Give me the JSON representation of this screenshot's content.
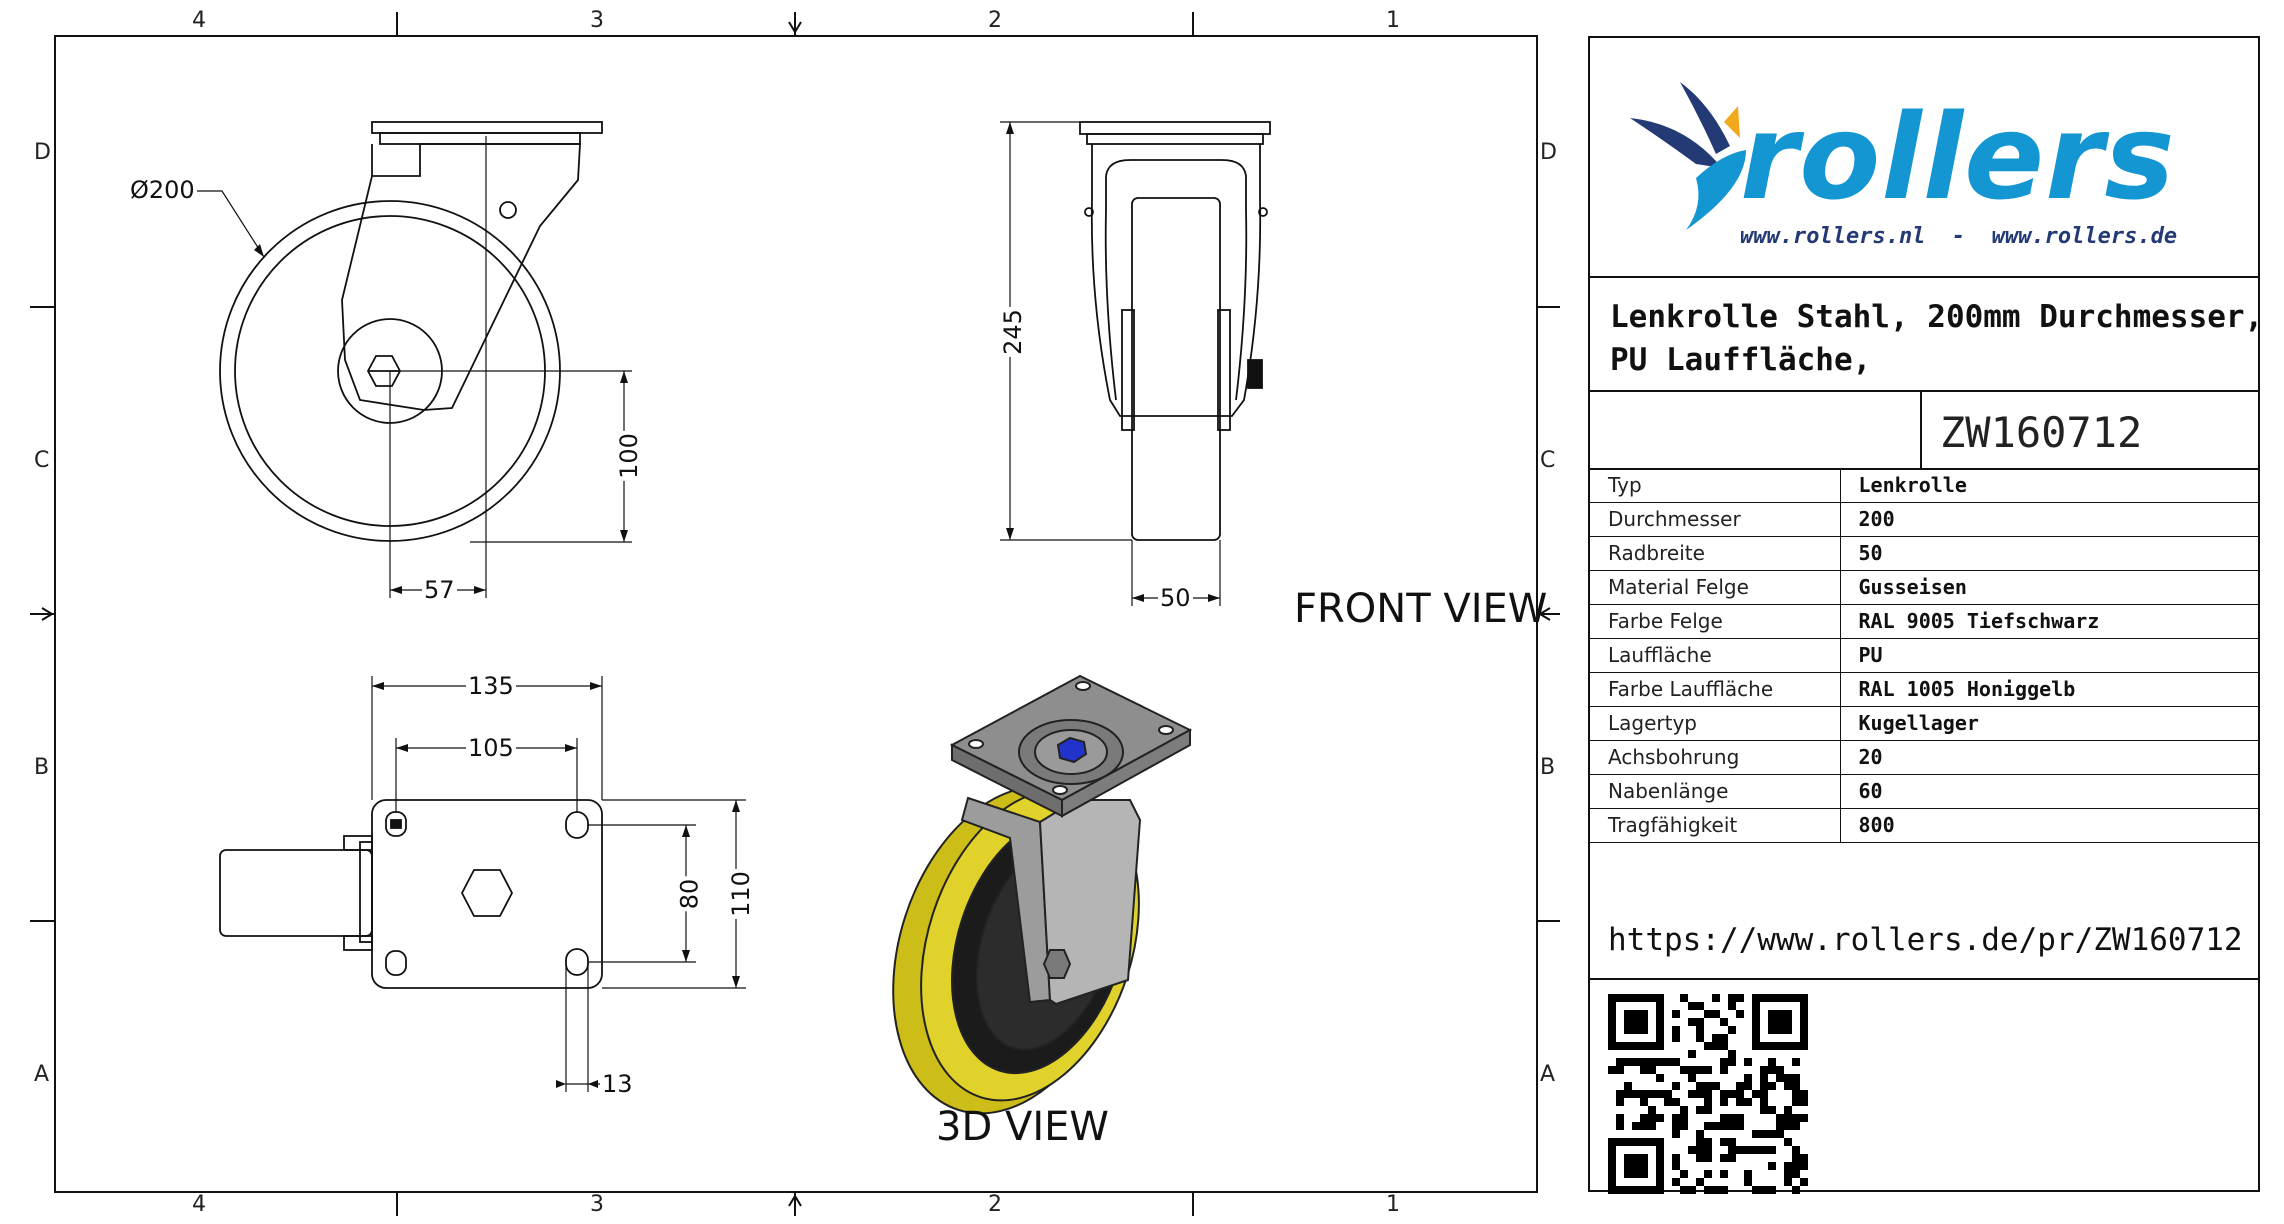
{
  "border": {
    "columns_top": [
      "4",
      "3",
      "2",
      "1"
    ],
    "columns_bottom": [
      "4",
      "3",
      "2",
      "1"
    ],
    "rows_left": [
      "D",
      "C",
      "B",
      "A"
    ],
    "rows_right": [
      "D",
      "C",
      "B",
      "A"
    ]
  },
  "views": {
    "front": {
      "label": "FRONT VIEW"
    },
    "iso": {
      "label": "3D VIEW"
    }
  },
  "dimensions": {
    "side_diameter": "Ø200",
    "axle_height": "100",
    "offset": "57",
    "total_height": "245",
    "wheel_width": "50",
    "plate_length": "135",
    "hole_spacing_x": "105",
    "hole_spacing_y": "80",
    "plate_width": "110",
    "slot_size": "13"
  },
  "logo": {
    "word": "rollers",
    "websites": "www.rollers.nl  -  www.rollers.de",
    "colors": {
      "primary": "#1496d3",
      "dark": "#233a75",
      "accent": "#f2a81d"
    }
  },
  "title": {
    "line1": "Lenkrolle Stahl, 200mm Durchmesser,",
    "line2": "PU Lauffläche,"
  },
  "part_number": "ZW160712",
  "specs": [
    {
      "key": "Typ",
      "value": "Lenkrolle"
    },
    {
      "key": "Durchmesser",
      "value": "200"
    },
    {
      "key": "Radbreite",
      "value": "50"
    },
    {
      "key": "Material Felge",
      "value": "Gusseisen"
    },
    {
      "key": "Farbe Felge",
      "value": "RAL 9005 Tiefschwarz"
    },
    {
      "key": "Lauffläche",
      "value": "PU"
    },
    {
      "key": "Farbe Lauffläche",
      "value": "RAL 1005 Honiggelb"
    },
    {
      "key": "Lagertyp",
      "value": "Kugellager"
    },
    {
      "key": "Achsbohrung",
      "value": "20"
    },
    {
      "key": "Nabenlänge",
      "value": "60"
    },
    {
      "key": "Tragfähigkeit",
      "value": "800"
    }
  ],
  "url": "https://www.rollers.de/pr/ZW160712",
  "qr_icon": "qr-code-icon",
  "render_colors": {
    "tread": "#d8c81c",
    "rim": "#1a1a1a",
    "steel": "#a9a9a9",
    "cap": "#2233cc"
  }
}
